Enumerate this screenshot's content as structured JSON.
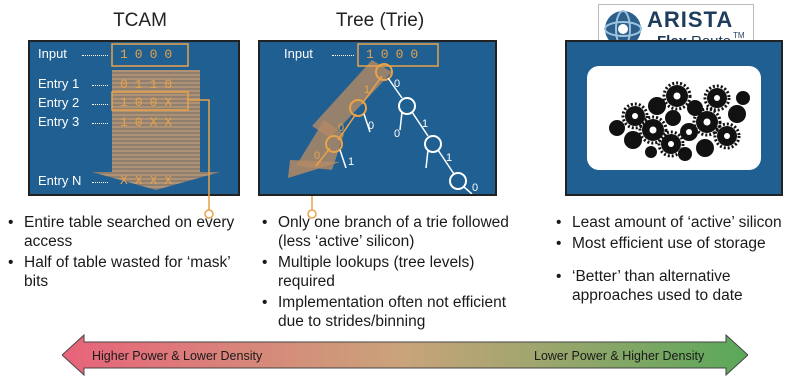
{
  "tcam": {
    "title": "TCAM",
    "input_label": "Input",
    "input_bits": "1000",
    "entries": [
      {
        "label": "Entry 1",
        "bits": "0110"
      },
      {
        "label": "Entry 2",
        "bits": "100X"
      },
      {
        "label": "Entry 3",
        "bits": "10XX"
      },
      {
        "label": "Entry N",
        "bits": "XXXX"
      }
    ],
    "bullets": [
      "Entire table searched on every access",
      "Half of table wasted for ‘mask’ bits"
    ]
  },
  "trie": {
    "title": "Tree (Trie)",
    "input_label": "Input",
    "input_bits": "1000",
    "edge_labels": [
      "1",
      "0",
      "0",
      "0",
      "1",
      "0",
      "1",
      "0",
      "1",
      "0"
    ],
    "bullets": [
      "Only one branch of a trie followed (less ‘active’ silicon)",
      "Multiple lookups (tree levels) required",
      "Implementation often not efficient due to strides/binning"
    ]
  },
  "arista": {
    "logo_name": "ARISTA",
    "logo_sub_bold": "Flex",
    "logo_sub_rest": "Route",
    "logo_tm": "TM",
    "bullets": [
      "Least amount of ‘active’ silicon",
      "Most efficient use of storage",
      "‘Better’ than alternative approaches used to date"
    ]
  },
  "bar": {
    "left_text": "Higher Power &  Lower Density",
    "right_text": "Lower Power & Higher Density",
    "left_color": "#e8637a",
    "right_color": "#5aa85a"
  }
}
